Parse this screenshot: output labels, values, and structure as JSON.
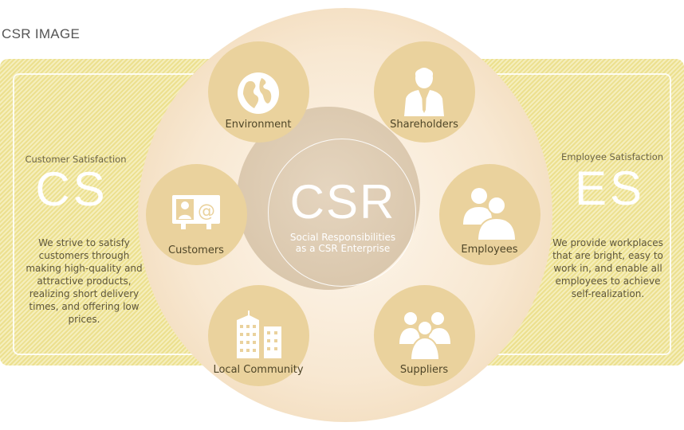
{
  "page": {
    "title": "CSR IMAGE"
  },
  "center": {
    "title": "CSR",
    "subtitle_line1": "Social Responsibilities",
    "subtitle_line2": "as a CSR Enterprise"
  },
  "left": {
    "label": "Customer Satisfaction",
    "code": "CS",
    "desc_lines": [
      "We strive to satisfy",
      "customers through",
      "making high-quality and",
      "attractive products,",
      "realizing short delivery",
      "times, and offering low",
      "prices."
    ]
  },
  "right": {
    "label": "Employee Satisfaction",
    "code": "ES",
    "desc_lines": [
      "We provide workplaces",
      "that are bright, easy to",
      "work in, and enable all",
      "employees to achieve",
      "self-realization."
    ]
  },
  "nodes": {
    "environment": {
      "label": "Environment",
      "icon": "globe-icon"
    },
    "shareholders": {
      "label": "Shareholders",
      "icon": "businessman-icon"
    },
    "customers": {
      "label": "Customers",
      "icon": "contact-card-icon"
    },
    "employees": {
      "label": "Employees",
      "icon": "people-icon"
    },
    "community": {
      "label": "Local Community",
      "icon": "buildings-icon"
    },
    "suppliers": {
      "label": "Suppliers",
      "icon": "group-icon"
    }
  },
  "colors": {
    "panel_stripe": "#ece08f",
    "node": "#ead29d",
    "ring": "#f8e8d2",
    "core": "#d6c2a6"
  }
}
